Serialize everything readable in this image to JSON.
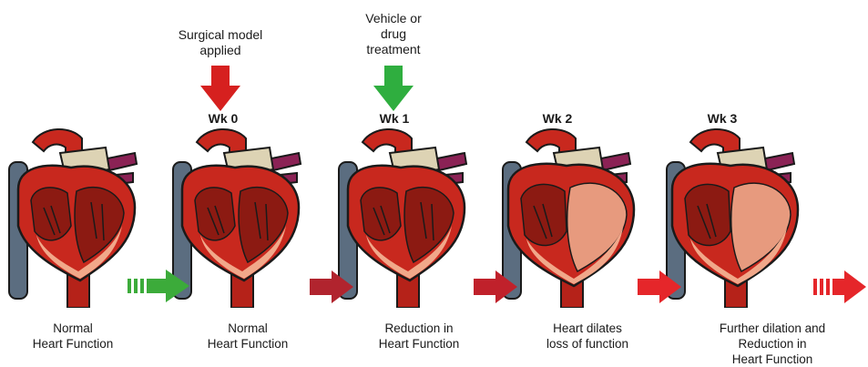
{
  "interventions": [
    {
      "text": "Surgical model\napplied",
      "color": "#d6201f"
    },
    {
      "text": "Vehicle or\ndrug\ntreatment",
      "color": "#2fae3f"
    }
  ],
  "weeks": [
    "Wk 0",
    "Wk 1",
    "Wk 2",
    "Wk 3"
  ],
  "captions": [
    "Normal\nHeart Function",
    "Normal\nHeart Function",
    "Reduction in\nHeart Function",
    "Heart dilates\nloss of function",
    "Further dilation and\nReduction in\nHeart Function"
  ],
  "colors": {
    "flow_start": "#3cab3a",
    "flow_mid1": "#b1242e",
    "flow_mid2": "#c0212b",
    "flow_mid3": "#e5262a",
    "flow_end": "#e5262a",
    "heart_red": "#c8281e",
    "heart_dark": "#8c1a12",
    "aorta_cream": "#ddd3b4",
    "vein_blue": "#5b6d80",
    "pulmonary_purple": "#8b2255",
    "chamber_pink": "#f1a88a"
  }
}
